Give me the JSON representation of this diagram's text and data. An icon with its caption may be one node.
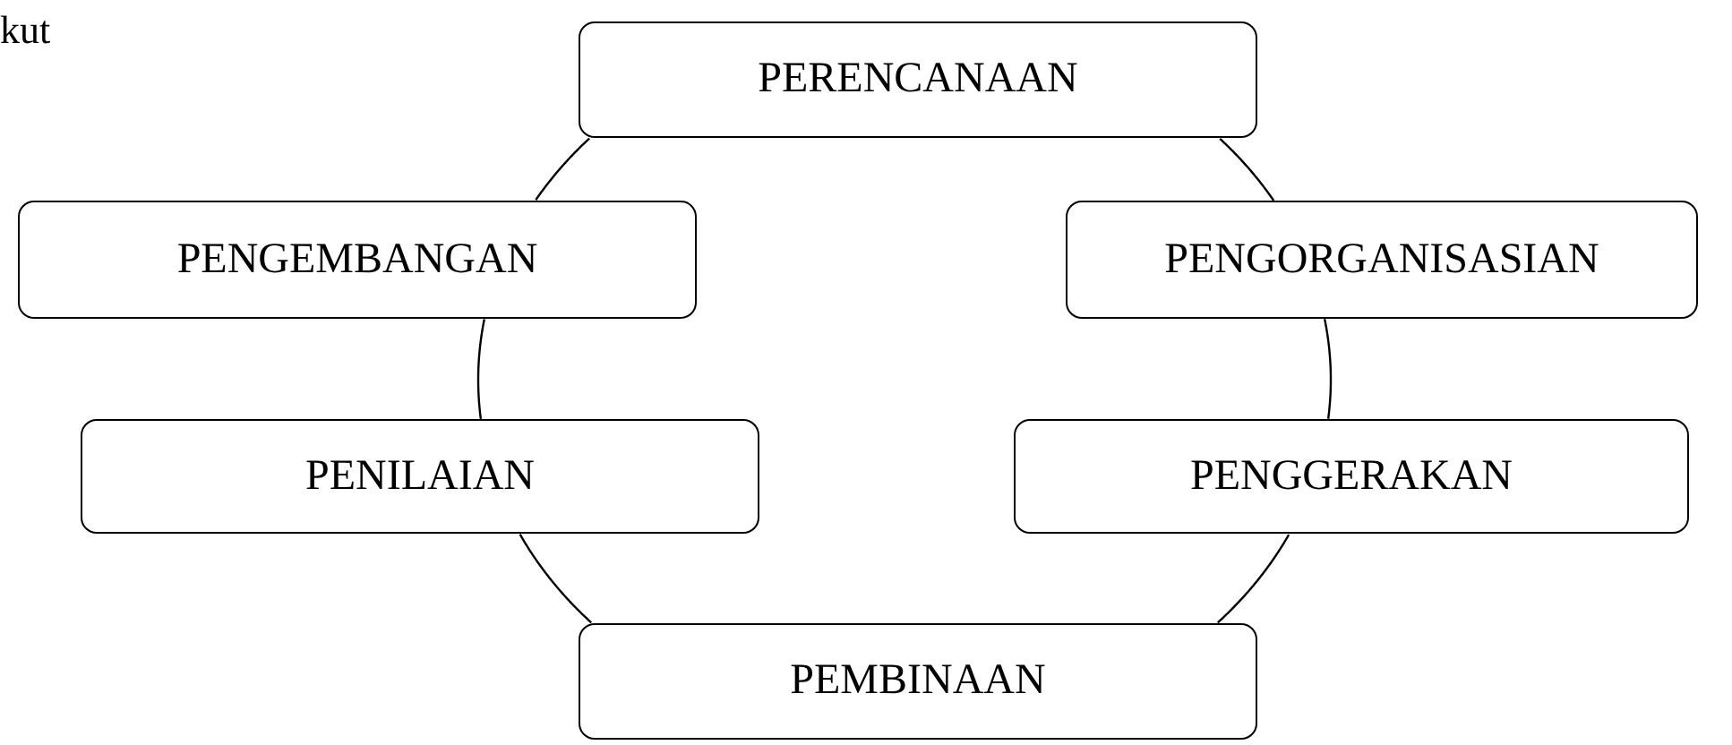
{
  "diagram": {
    "nodes": [
      {
        "text": [
          "PERENCANAAN"
        ]
      },
      {
        "text": [
          "PENGEMBANGAN"
        ]
      },
      {
        "text": [
          "PENGORGANISASIAN"
        ]
      },
      {
        "text": [
          "PENILAIAN"
        ]
      },
      {
        "text": [
          "PENGGERAKAN"
        ]
      },
      {
        "text": [
          "PEMBINAAN"
        ]
      }
    ],
    "edges": [
      {
        "from": 0,
        "to": 2,
        "arrow": "none"
      },
      {
        "from": 2,
        "to": 4,
        "arrow": "none"
      },
      {
        "from": 4,
        "to": 5,
        "arrow": "none"
      },
      {
        "from": 5,
        "to": 3,
        "arrow": "none"
      },
      {
        "from": 3,
        "to": 1,
        "arrow": "none"
      },
      {
        "from": 1,
        "to": 0,
        "arrow": "none"
      }
    ],
    "labels": [
      "kut"
    ]
  }
}
